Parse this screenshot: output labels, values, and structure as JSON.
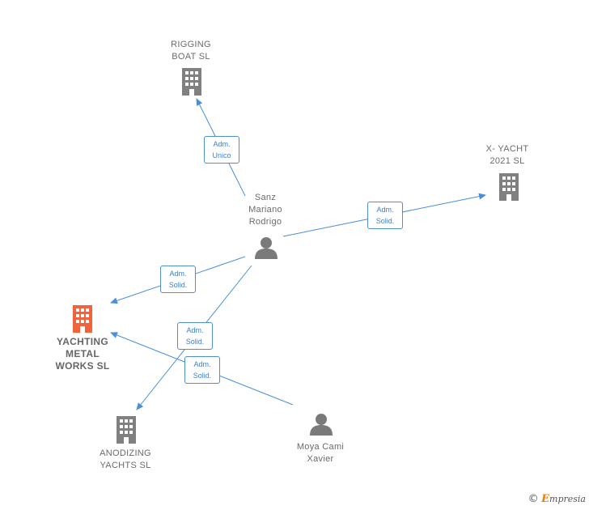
{
  "colors": {
    "edge": "#4a8fd8",
    "company": "#808080",
    "company_main": "#f0633c",
    "person": "#7a7a7a"
  },
  "nodes": {
    "rigging": {
      "label": "RIGGING\nBOAT SL",
      "icon": "building-icon"
    },
    "xyacht": {
      "label": "X-  YACHT\n2021  SL",
      "icon": "building-icon"
    },
    "sanz": {
      "label": "Sanz\nMariano\nRodrigo",
      "icon": "person-icon"
    },
    "yachting": {
      "label": "YACHTING\nMETAL\nWORKS  SL",
      "icon": "building-icon"
    },
    "anodizing": {
      "label": "ANODIZING\nYACHTS  SL",
      "icon": "building-icon"
    },
    "moya": {
      "label": "Moya Cami\nXavier",
      "icon": "person-icon"
    }
  },
  "edges": {
    "sanz_rigging": "Adm.\nUnico",
    "sanz_xyacht": "Adm.\nSolid.",
    "sanz_yachting": "Adm.\nSolid.",
    "sanz_anodizing": "Adm.\nSolid.",
    "moya_yachting": "Adm.\nSolid."
  },
  "brand": {
    "copyright": "©",
    "e": "E",
    "name": "mpresia"
  }
}
